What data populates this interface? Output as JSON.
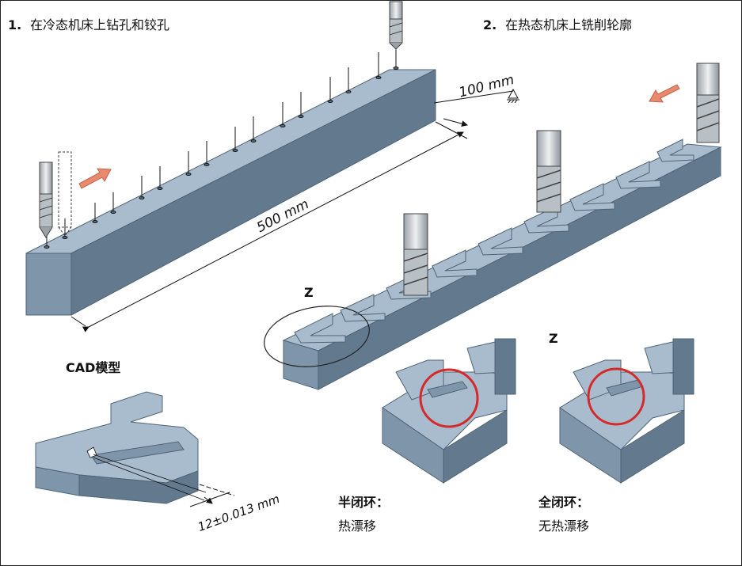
{
  "step1": {
    "number": "1.",
    "text": "在冷态机床上钻孔和铰孔"
  },
  "step2": {
    "number": "2.",
    "text": "在热态机床上铣削轮廓"
  },
  "dimensions": {
    "width": "100 mm",
    "length": "500 mm",
    "tolerance": "12±0.013 mm"
  },
  "detail_marker": "Z",
  "detail_marker_2": "Z",
  "cad_label": "CAD模型",
  "semi_closed": {
    "title": "半闭环：",
    "desc": "热漂移"
  },
  "full_closed": {
    "title": "全闭环：",
    "desc": "无热漂移"
  },
  "colors": {
    "block_top": "#a9bccd",
    "block_front": "#7e95aa",
    "block_side": "#62798e",
    "arrow": "#e98a6e",
    "highlight_ring": "#d42a2a",
    "tool": "#cfd3d6"
  }
}
